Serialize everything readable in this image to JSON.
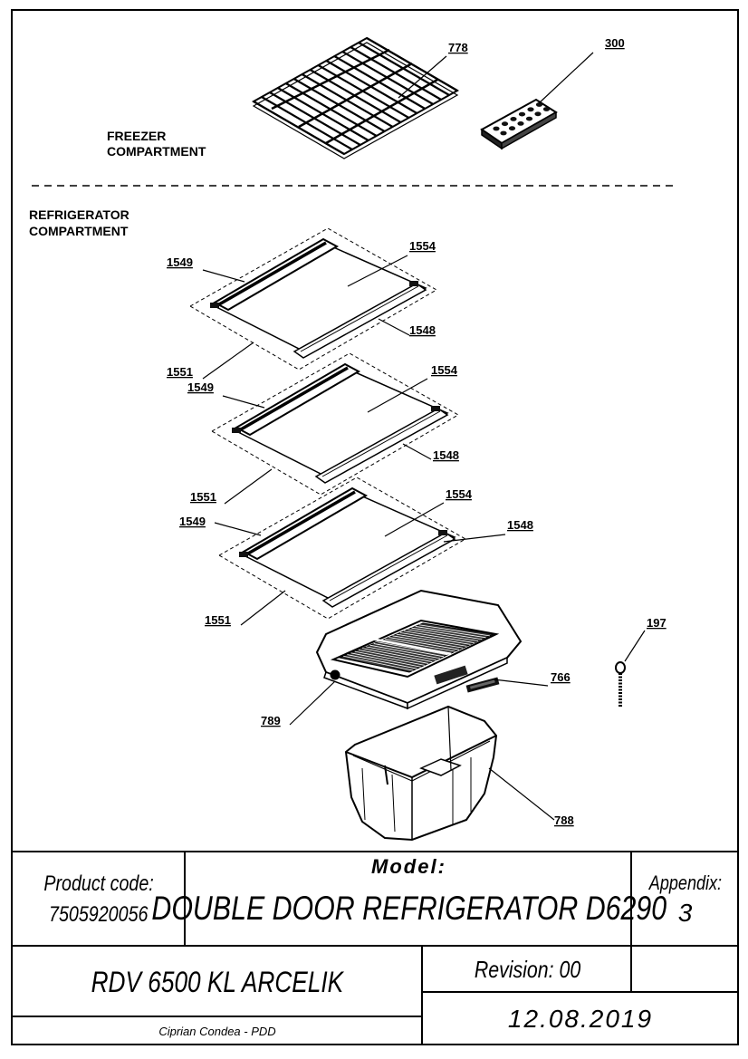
{
  "sections": {
    "freezer": [
      "FREEZER",
      "COMPARTMENT"
    ],
    "refrigerator": [
      "REFRIGERATOR",
      "COMPARTMENT"
    ]
  },
  "part_labels": {
    "p778": "778",
    "p300": "300",
    "p1554": "1554",
    "p1549": "1549",
    "p1548": "1548",
    "p1551": "1551",
    "p197": "197",
    "p766": "766",
    "p789": "789",
    "p788": "788"
  },
  "title_block": {
    "product_code_label": "Product code:",
    "product_code": "7505920056",
    "model_label": "Model:",
    "model": "DOUBLE DOOR REFRIGERATOR D6290",
    "appendix_label": "Appendix:",
    "appendix": "3",
    "project": "RDV 6500 KL ARCELIK",
    "revision": "Revision: 00",
    "author": "Ciprian Condea - PDD",
    "date": "12.08.2019"
  }
}
